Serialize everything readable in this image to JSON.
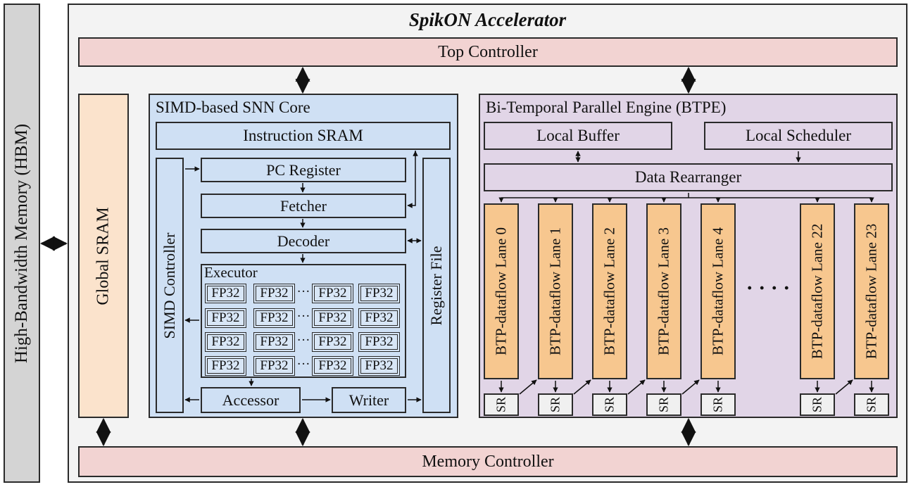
{
  "hbm_label": "High-Bandwidth Memory (HBM)",
  "accelerator_title": "SpikON Accelerator",
  "top_controller": "Top Controller",
  "memory_controller": "Memory Controller",
  "global_sram": "Global SRAM",
  "simd_core": {
    "title": "SIMD-based SNN Core",
    "instruction_sram": "Instruction SRAM",
    "simd_controller": "SIMD Controller",
    "pc_register": "PC Register",
    "fetcher": "Fetcher",
    "decoder": "Decoder",
    "executor": "Executor",
    "fp_unit": "FP32",
    "ellipsis": "···",
    "accessor": "Accessor",
    "writer": "Writer",
    "register_file": "Register File"
  },
  "btpe": {
    "title": "Bi-Temporal Parallel Engine (BTPE)",
    "local_buffer": "Local Buffer",
    "local_scheduler": "Local Scheduler",
    "data_rearranger": "Data Rearranger",
    "lanes": [
      "BTP-dataflow Lane 0",
      "BTP-dataflow Lane 1",
      "BTP-dataflow Lane 2",
      "BTP-dataflow Lane 3",
      "BTP-dataflow Lane 4",
      "BTP-dataflow Lane 22",
      "BTP-dataflow Lane 23"
    ],
    "lane_ellipsis": "· · · ·",
    "sr_label": "SR"
  },
  "colors": {
    "hbm": "#d4d4d4",
    "accelerator": "#f3f3f3",
    "controller": "#f2d3d2",
    "global_sram": "#fbe3cc",
    "simd_core": "#cfe0f4",
    "btpe": "#e1d5e7",
    "lane": "#f7c78f",
    "shift_register": "#f0f0f0"
  }
}
